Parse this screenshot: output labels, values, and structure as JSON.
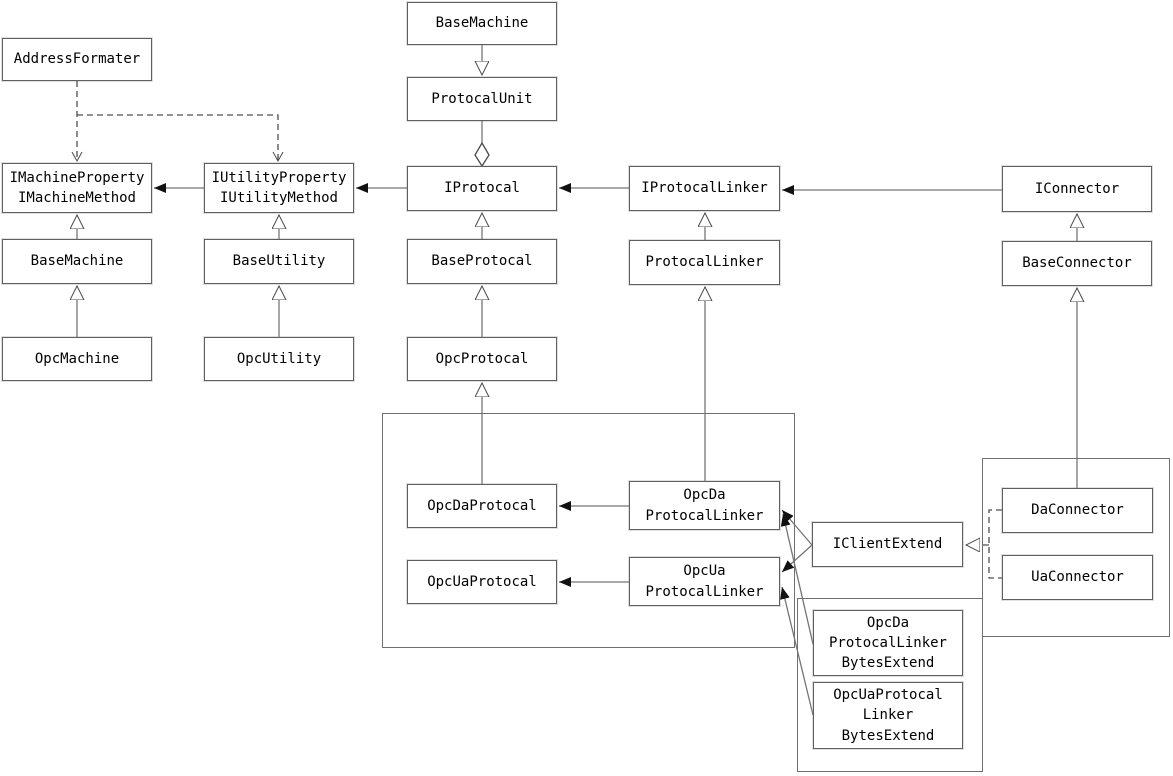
{
  "nodes": {
    "base_machine_top": {
      "label": "BaseMachine"
    },
    "protocal_unit": {
      "label": "ProtocalUnit"
    },
    "address_formater": {
      "label": "AddressFormater"
    },
    "imachine": {
      "label": "IMachineProperty\nIMachineMethod"
    },
    "iutility": {
      "label": "IUtilityProperty\nIUtilityMethod"
    },
    "iprotocal": {
      "label": "IProtocal"
    },
    "iprotocal_linker": {
      "label": "IProtocalLinker"
    },
    "iconnector": {
      "label": "IConnector"
    },
    "base_machine": {
      "label": "BaseMachine"
    },
    "base_utility": {
      "label": "BaseUtility"
    },
    "base_protocal": {
      "label": "BaseProtocal"
    },
    "protocal_linker": {
      "label": "ProtocalLinker"
    },
    "base_connector": {
      "label": "BaseConnector"
    },
    "opc_machine": {
      "label": "OpcMachine"
    },
    "opc_utility": {
      "label": "OpcUtility"
    },
    "opc_protocal": {
      "label": "OpcProtocal"
    },
    "opc_da_protocal": {
      "label": "OpcDaProtocal"
    },
    "opc_da_linker": {
      "label": "OpcDa\nProtocalLinker"
    },
    "opc_ua_protocal": {
      "label": "OpcUaProtocal"
    },
    "opc_ua_linker": {
      "label": "OpcUa\nProtocalLinker"
    },
    "iclient_extend": {
      "label": "IClientExtend"
    },
    "da_connector": {
      "label": "DaConnector"
    },
    "ua_connector": {
      "label": "UaConnector"
    },
    "opc_da_linker_bytes": {
      "label": "OpcDa\nProtocalLinker\nBytesExtend"
    },
    "opc_ua_linker_bytes": {
      "label": "OpcUaProtocal\nLinker\nBytesExtend"
    }
  },
  "colors": {
    "background": "#ffffff",
    "node_border": "#5f5f5f",
    "container_border": "#707070",
    "line": "#757575",
    "arrowhead": "#111111",
    "text": "#000000"
  }
}
